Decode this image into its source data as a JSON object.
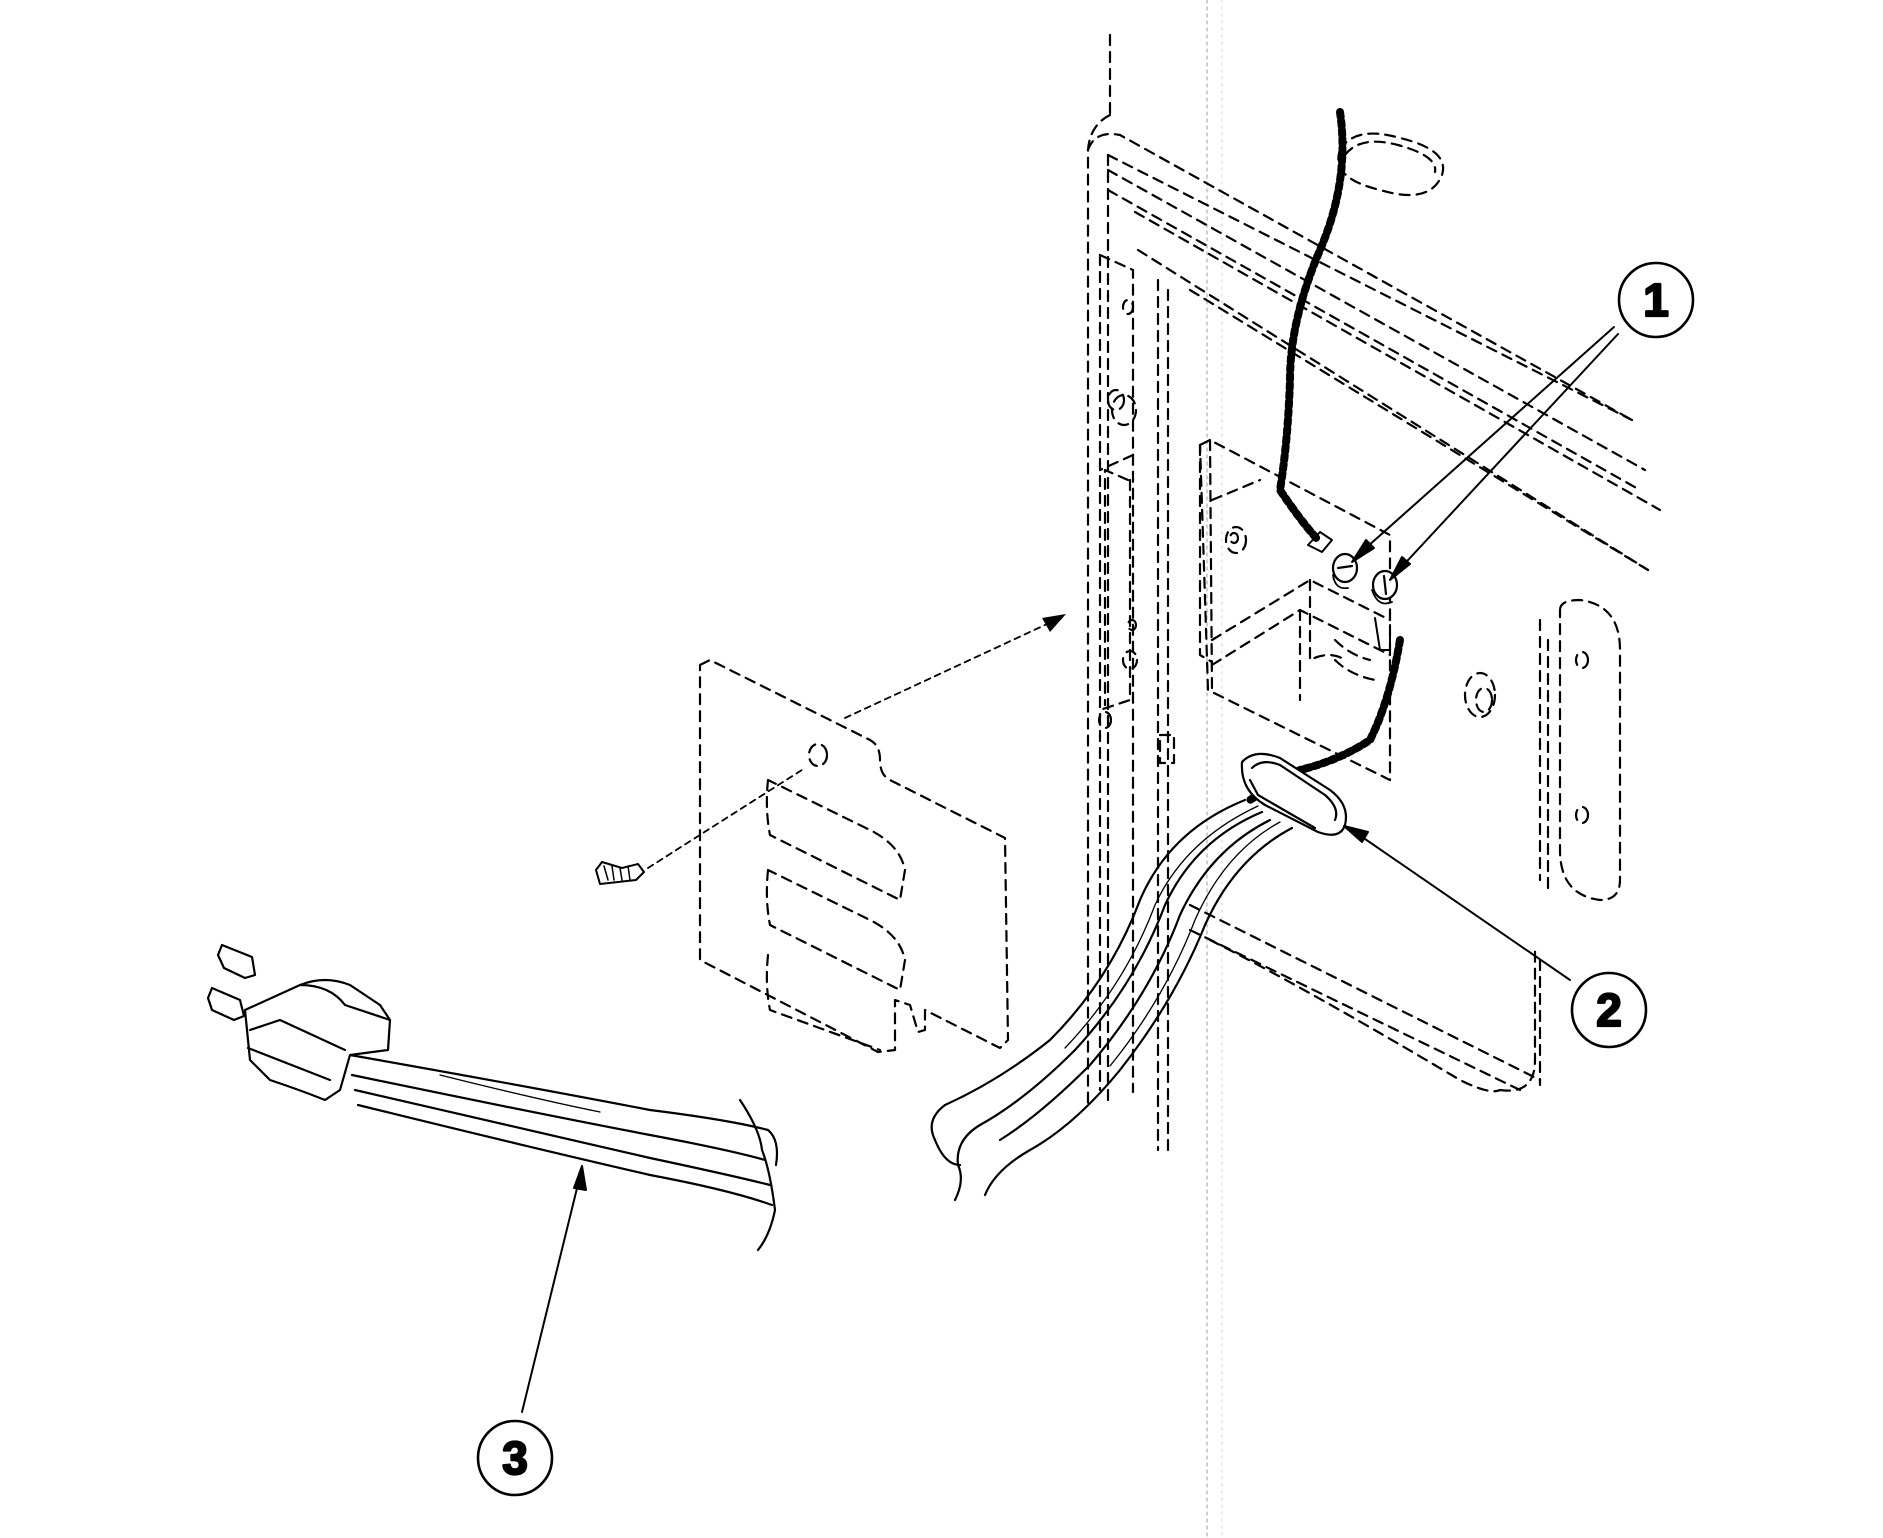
{
  "callouts": [
    {
      "id": "1",
      "label": "1",
      "part": "ground-screws"
    },
    {
      "id": "2",
      "label": "2",
      "part": "strain-relief-bushing"
    },
    {
      "id": "3",
      "label": "3",
      "part": "power-cord"
    }
  ],
  "colors": {
    "line": "#000000",
    "background": "#ffffff",
    "faint": "#9a9a9a"
  }
}
